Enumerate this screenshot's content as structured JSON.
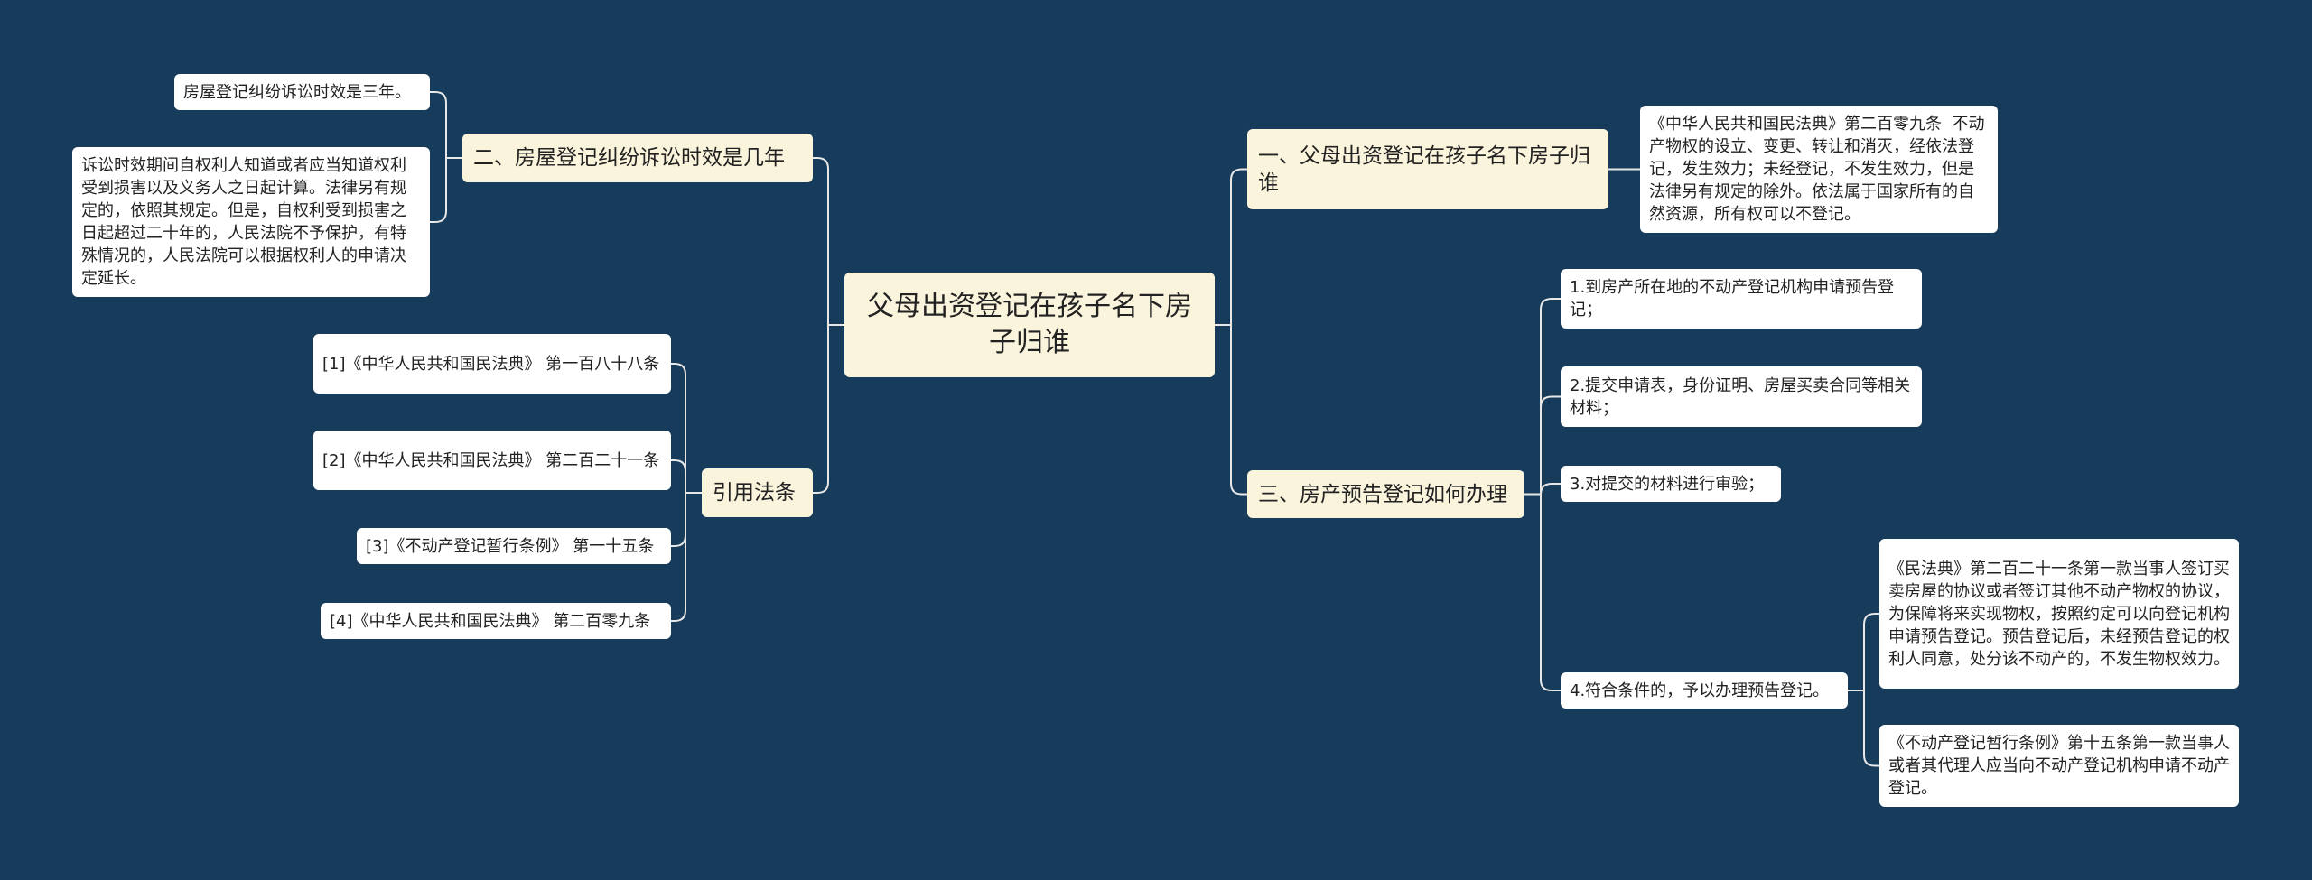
{
  "colors": {
    "background": "#173b5b",
    "branch_fill": "#fbf4dd",
    "leaf_fill": "#ffffff",
    "connector": "#e8e8e8"
  },
  "root": {
    "label": "父母出资登记在孩子名下房子归谁"
  },
  "branches": {
    "b1": {
      "label": "一、父母出资登记在孩子名下房子归谁"
    },
    "b2": {
      "label": "二、房屋登记纠纷诉讼时效是几年"
    },
    "b3": {
      "label": "三、房产预告登记如何办理"
    },
    "b4": {
      "label": "引用法条"
    }
  },
  "leaves": {
    "b1_1": "《中华人民共和国民法典》第二百零九条  不动产物权的设立、变更、转让和消灭，经依法登记，发生效力；未经登记，不发生效力，但是法律另有规定的除外。依法属于国家所有的自然资源，所有权可以不登记。",
    "b2_1": "房屋登记纠纷诉讼时效是三年。",
    "b2_2": "诉讼时效期间自权利人知道或者应当知道权利受到损害以及义务人之日起计算。法律另有规定的，依照其规定。但是，自权利受到损害之日起超过二十年的，人民法院不予保护，有特殊情况的，人民法院可以根据权利人的申请决定延长。",
    "b3_1": "1.到房产所在地的不动产登记机构申请预告登记；",
    "b3_2": "2.提交申请表，身份证明、房屋买卖合同等相关材料；",
    "b3_3": "3.对提交的材料进行审验；",
    "b3_4": "4.符合条件的，予以办理预告登记。",
    "b3_4_1": "《民法典》第二百二十一条第一款当事人签订买卖房屋的协议或者签订其他不动产物权的协议，为保障将来实现物权，按照约定可以向登记机构申请预告登记。预告登记后，未经预告登记的权利人同意，处分该不动产的，不发生物权效力。",
    "b3_4_2": "《不动产登记暂行条例》第十五条第一款当事人或者其代理人应当向不动产登记机构申请不动产登记。",
    "b4_1": "[1]《中华人民共和国民法典》 第一百八十八条",
    "b4_2": "[2]《中华人民共和国民法典》 第二百二十一条",
    "b4_3": "[3]《不动产登记暂行条例》 第一十五条",
    "b4_4": "[4]《中华人民共和国民法典》 第二百零九条"
  }
}
